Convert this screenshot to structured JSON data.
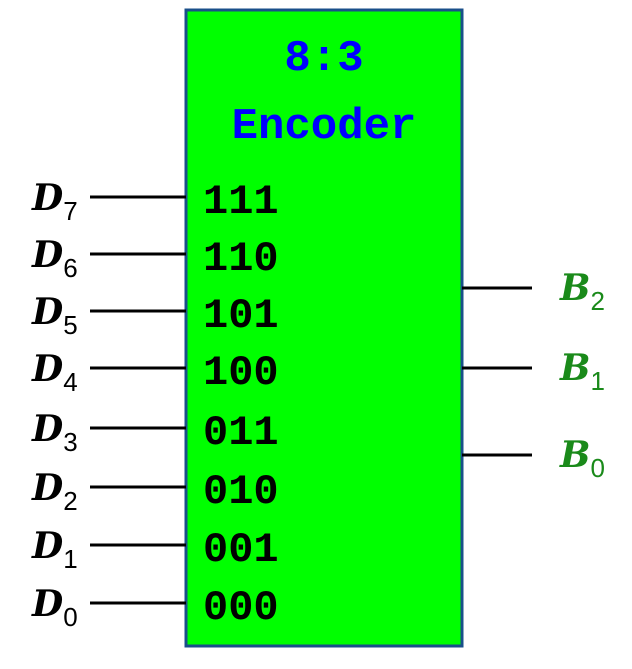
{
  "title_line1": "8:3",
  "title_line2": "Encoder",
  "inputs": [
    {
      "name": "D",
      "sub": "7",
      "code": "111"
    },
    {
      "name": "D",
      "sub": "6",
      "code": "110"
    },
    {
      "name": "D",
      "sub": "5",
      "code": "101"
    },
    {
      "name": "D",
      "sub": "4",
      "code": "100"
    },
    {
      "name": "D",
      "sub": "3",
      "code": "011"
    },
    {
      "name": "D",
      "sub": "2",
      "code": "010"
    },
    {
      "name": "D",
      "sub": "1",
      "code": "001"
    },
    {
      "name": "D",
      "sub": "0",
      "code": "000"
    }
  ],
  "outputs": [
    {
      "name": "B",
      "sub": "2"
    },
    {
      "name": "B",
      "sub": "1"
    },
    {
      "name": "B",
      "sub": "0"
    }
  ],
  "colors": {
    "box_fill": "#00ff00",
    "box_border": "#1a4f8a",
    "title": "#0000ff",
    "output_label": "#1a8a1a",
    "text": "#000000"
  }
}
